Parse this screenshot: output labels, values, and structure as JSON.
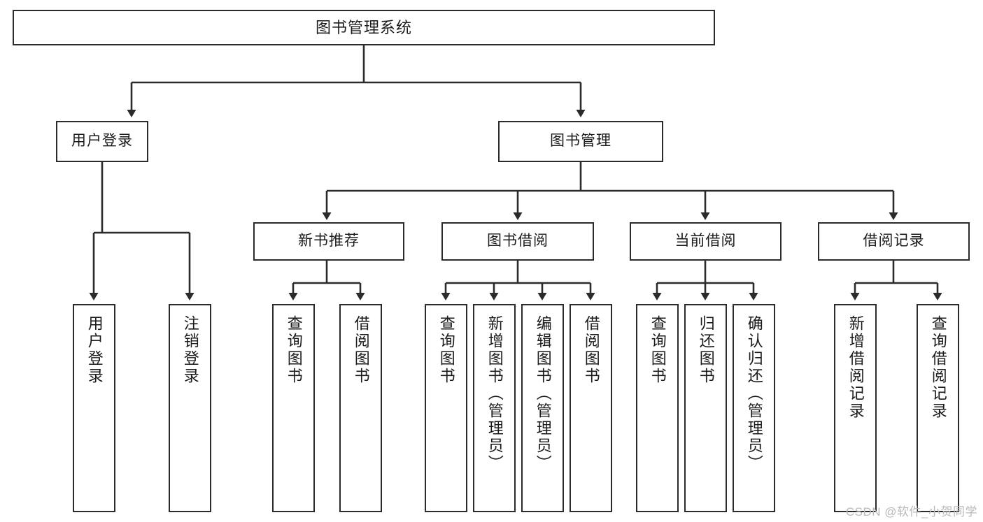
{
  "diagram": {
    "title": "图书管理系统",
    "watermark": "CSDN @软件_小贺同学",
    "colors": {
      "background": "#ffffff",
      "node_border": "#2b2b2b",
      "node_fill": "#ffffff",
      "connector": "#2b2b2b",
      "text": "#1b1b1b",
      "watermark": "#b9b9b9"
    },
    "levels": {
      "root": [
        "图书管理系统"
      ],
      "level2": [
        "用户登录",
        "图书管理"
      ],
      "level3": [
        "新书推荐",
        "图书借阅",
        "当前借阅",
        "借阅记录"
      ],
      "leaves": [
        "用户登录",
        "注销登录",
        "查询图书",
        "借阅图书",
        "查询图书",
        "新增图书（管理员）",
        "编辑图书（管理员）",
        "借阅图书",
        "查询图书",
        "归还图书",
        "确认归还（管理员）",
        "新增借阅记录",
        "查询借阅记录"
      ]
    },
    "root": {
      "label": "图书管理系统",
      "children": [
        {
          "label": "用户登录",
          "children": [
            {
              "label": "用户登录"
            },
            {
              "label": "注销登录"
            }
          ]
        },
        {
          "label": "图书管理",
          "children": [
            {
              "label": "新书推荐",
              "children": [
                {
                  "label": "查询图书"
                },
                {
                  "label": "借阅图书"
                }
              ]
            },
            {
              "label": "图书借阅",
              "children": [
                {
                  "label": "查询图书"
                },
                {
                  "label": "新增图书（管理员）"
                },
                {
                  "label": "编辑图书（管理员）"
                },
                {
                  "label": "借阅图书"
                }
              ]
            },
            {
              "label": "当前借阅",
              "children": [
                {
                  "label": "查询图书"
                },
                {
                  "label": "归还图书"
                },
                {
                  "label": "确认归还（管理员）"
                }
              ]
            },
            {
              "label": "借阅记录",
              "children": [
                {
                  "label": "新增借阅记录"
                },
                {
                  "label": "查询借阅记录"
                }
              ]
            }
          ]
        }
      ]
    },
    "nodes": {
      "root": {
        "label": "图书管理系统"
      },
      "user_login": {
        "label": "用户登录"
      },
      "book_mgmt": {
        "label": "图书管理"
      },
      "new_books": {
        "label": "新书推荐"
      },
      "borrowing": {
        "label": "图书借阅"
      },
      "current": {
        "label": "当前借阅"
      },
      "records": {
        "label": "借阅记录"
      },
      "leaf_login": {
        "label": "用户登录"
      },
      "leaf_logout": {
        "label": "注销登录"
      },
      "leaf_nb_query": {
        "label": "查询图书"
      },
      "leaf_nb_borrow": {
        "label": "借阅图书"
      },
      "leaf_bl_query": {
        "label": "查询图书"
      },
      "leaf_bl_add": {
        "label": "新增图书（管理员）"
      },
      "leaf_bl_edit": {
        "label": "编辑图书（管理员）"
      },
      "leaf_bl_borrow": {
        "label": "借阅图书"
      },
      "leaf_cur_query": {
        "label": "查询图书"
      },
      "leaf_cur_return": {
        "label": "归还图书"
      },
      "leaf_cur_confirm": {
        "label": "确认归还（管理员）"
      },
      "leaf_rec_add": {
        "label": "新增借阅记录"
      },
      "leaf_rec_query": {
        "label": "查询借阅记录"
      }
    }
  }
}
